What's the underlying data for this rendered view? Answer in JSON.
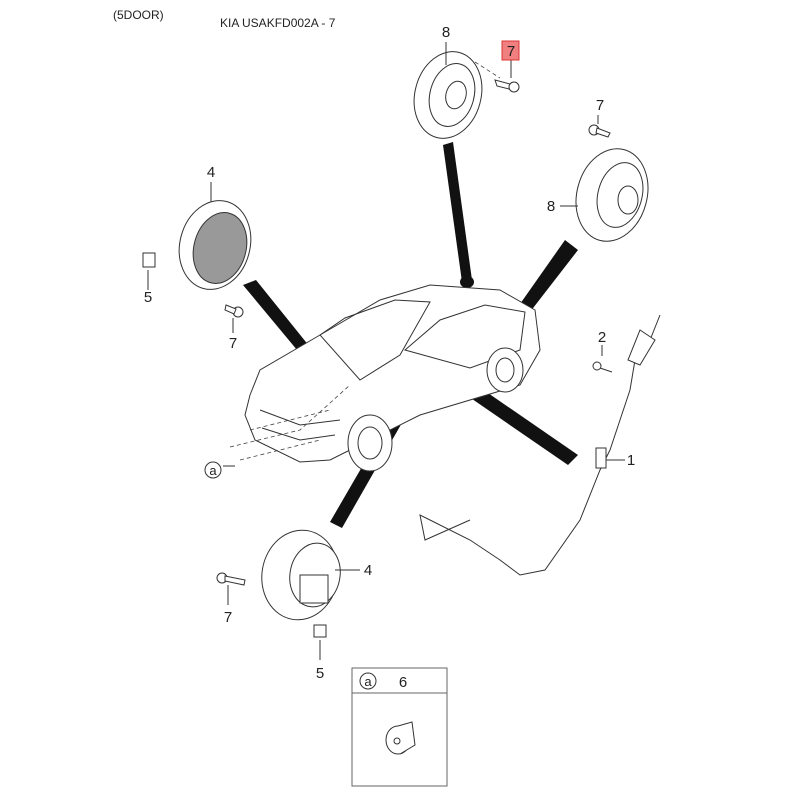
{
  "header": {
    "variant": "(5DOOR)",
    "title": "KIA USAKFD002A - 7"
  },
  "callouts": {
    "front_speaker_top": "8",
    "screw_highlighted": "7",
    "screw_right": "7",
    "rear_speaker_right": "8",
    "door_speaker_left": "4",
    "clip_left": "5",
    "screw_left": "7",
    "antenna_bolt": "2",
    "antenna_cable": "1",
    "ref_a": "a",
    "door_speaker_bottom": "4",
    "screw_bottom": "7",
    "clip_bottom": "5"
  },
  "inset": {
    "ref": "a",
    "part": "6"
  },
  "colors": {
    "highlight": "#f08080",
    "highlight_border": "#d33"
  }
}
